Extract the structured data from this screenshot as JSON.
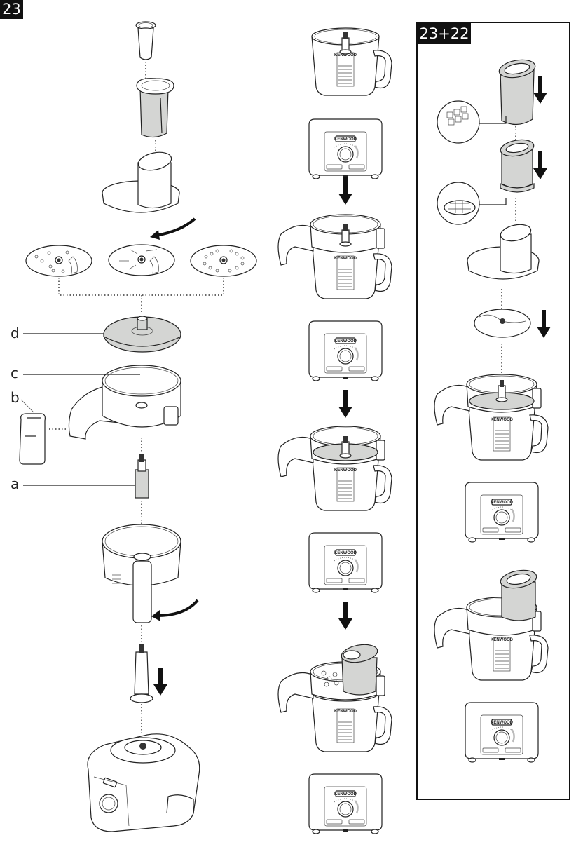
{
  "page": {
    "type": "instruction-manual-illustration",
    "brand_color": "#111111",
    "accent_fill": "#d4d5d3"
  },
  "main_step": {
    "badge": "23",
    "parts": [
      {
        "letter": "a",
        "description": "drive shaft"
      },
      {
        "letter": "b",
        "description": "pusher insert"
      },
      {
        "letter": "c",
        "description": "disc/spiralizer lid"
      },
      {
        "letter": "d",
        "description": "disc carrier"
      }
    ],
    "exploded_components": [
      "small-pusher",
      "large-pusher",
      "feed-tube-lid",
      "disc-thick-slicing",
      "disc-thin-slicing",
      "disc-grating",
      "disc-carrier",
      "spiralizer-lid",
      "pusher-b",
      "drive-shaft",
      "bowl",
      "spindle",
      "power-unit"
    ],
    "sequence": [
      "machine-with-bowl",
      "add-attachment-lid",
      "add-disc-carrier",
      "insert-pusher"
    ]
  },
  "side_panel": {
    "badge": "23+22",
    "components": [
      "spiral-pusher",
      "ribbon-pusher",
      "feed-tube-lid",
      "slicing-disc",
      "machine-with-carrier",
      "assembled-machine"
    ]
  },
  "machine": {
    "brand": "KENWOOD"
  }
}
